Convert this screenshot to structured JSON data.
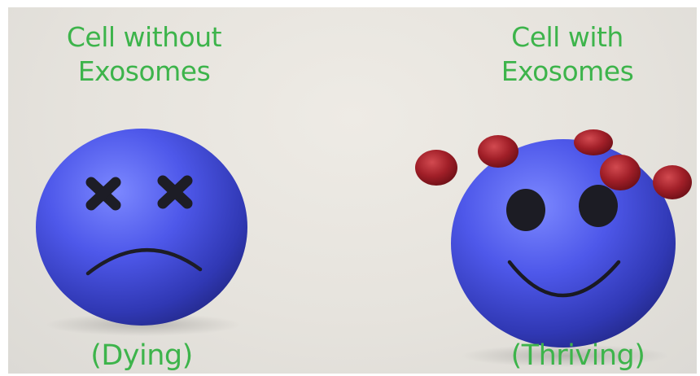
{
  "scene": {
    "left": {
      "title_line1": "Cell without",
      "title_line2": "Exosomes",
      "status": "(Dying)",
      "expression": "dead"
    },
    "right": {
      "title_line1": "Cell with",
      "title_line2": "Exosomes",
      "status": "(Thriving)",
      "expression": "happy"
    },
    "colors": {
      "text": "#3db44b",
      "cell": "#4a52e0",
      "exosome": "#9b1b25",
      "face": "#1a1a22"
    }
  }
}
